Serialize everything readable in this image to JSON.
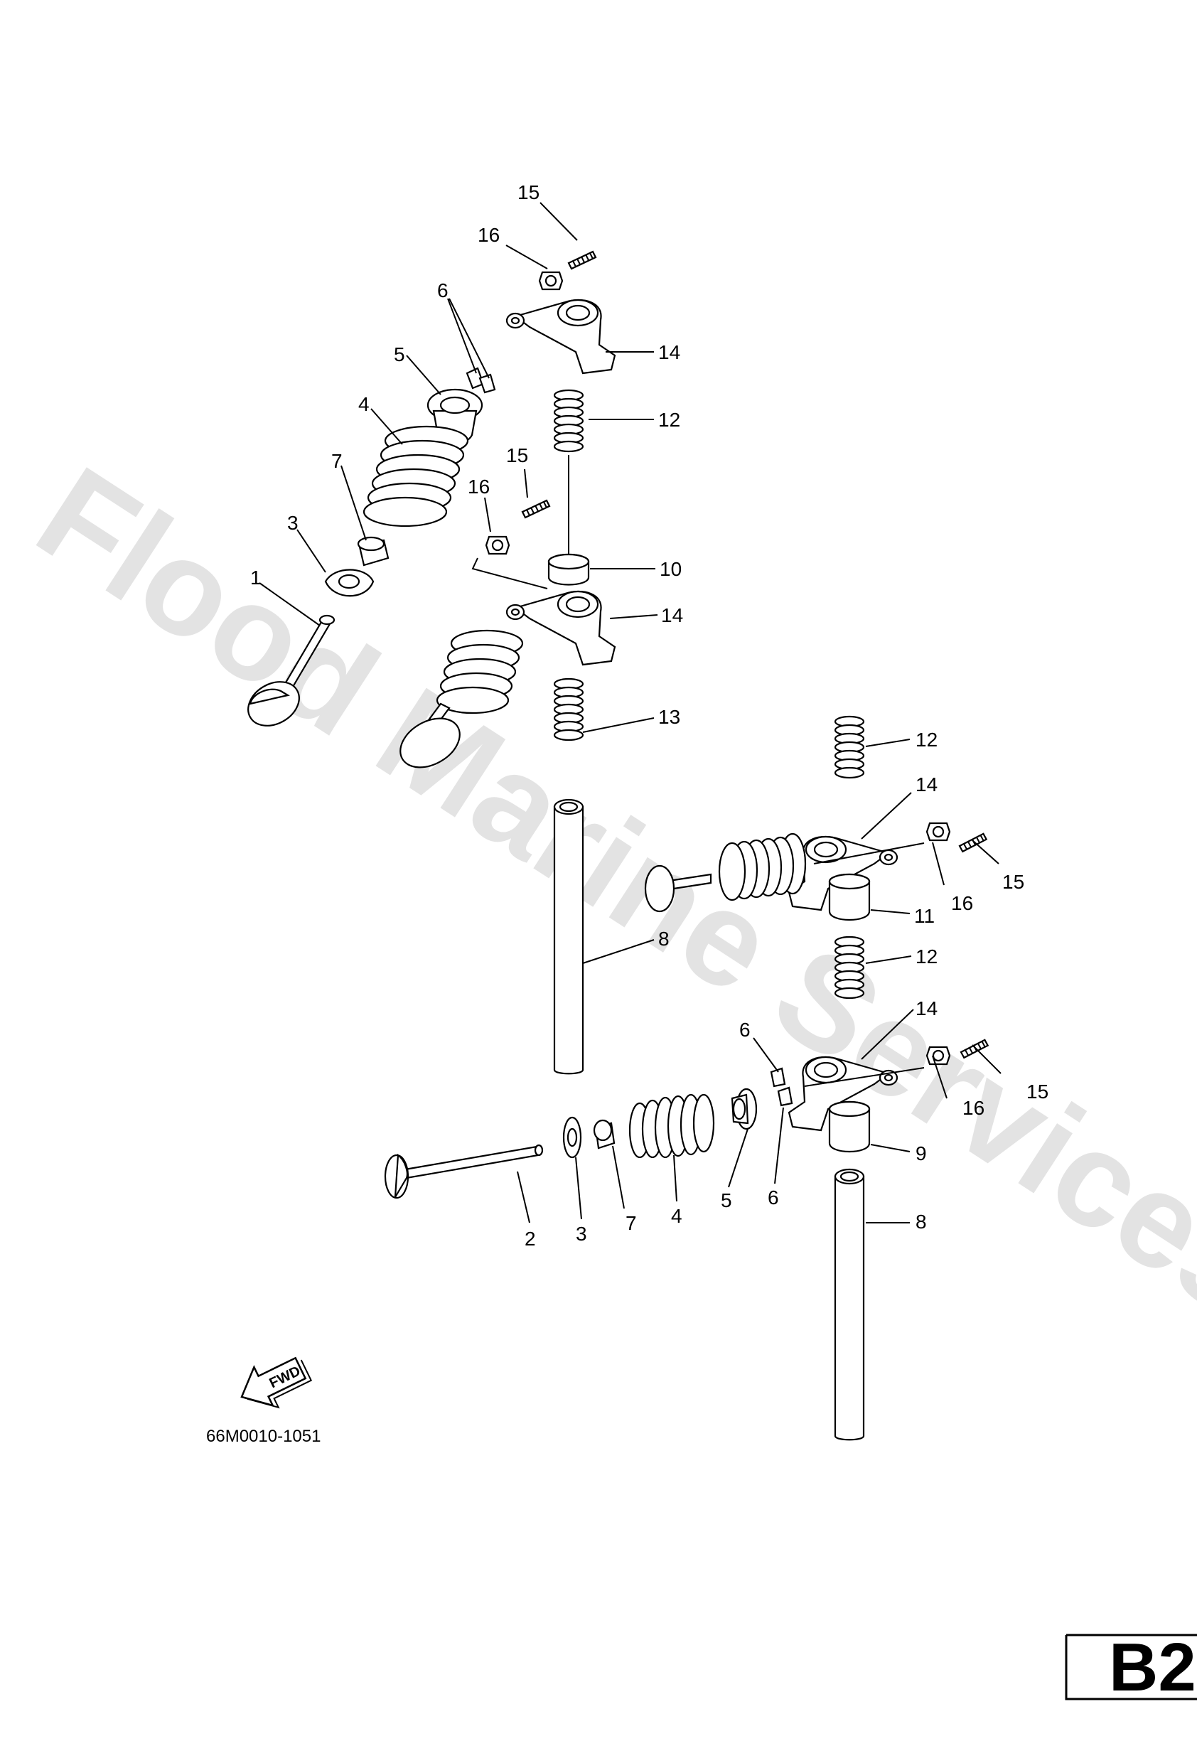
{
  "watermark": "Flood Marine Services",
  "diagram_code": "66M0010-1051",
  "fwd_label": "FWD",
  "page_id": "B2",
  "callouts": {
    "c_15a": "15",
    "c_16a": "16",
    "c_6a": "6",
    "c_5a": "5",
    "c_14a": "14",
    "c_4a": "4",
    "c_12a": "12",
    "c_7a": "7",
    "c_15b": "15",
    "c_16b": "16",
    "c_3a": "3",
    "c_10": "10",
    "c_1": "1",
    "c_14b": "14",
    "c_13": "13",
    "c_12b": "12",
    "c_14c": "14",
    "c_15c": "15",
    "c_16c": "16",
    "c_11": "11",
    "c_8a": "8",
    "c_12c": "12",
    "c_14d": "14",
    "c_6b": "6",
    "c_15d": "15",
    "c_16d": "16",
    "c_9": "9",
    "c_8b": "8",
    "c_2": "2",
    "c_3b": "3",
    "c_7b": "7",
    "c_4b": "4",
    "c_5b": "5",
    "c_6c": "6"
  }
}
